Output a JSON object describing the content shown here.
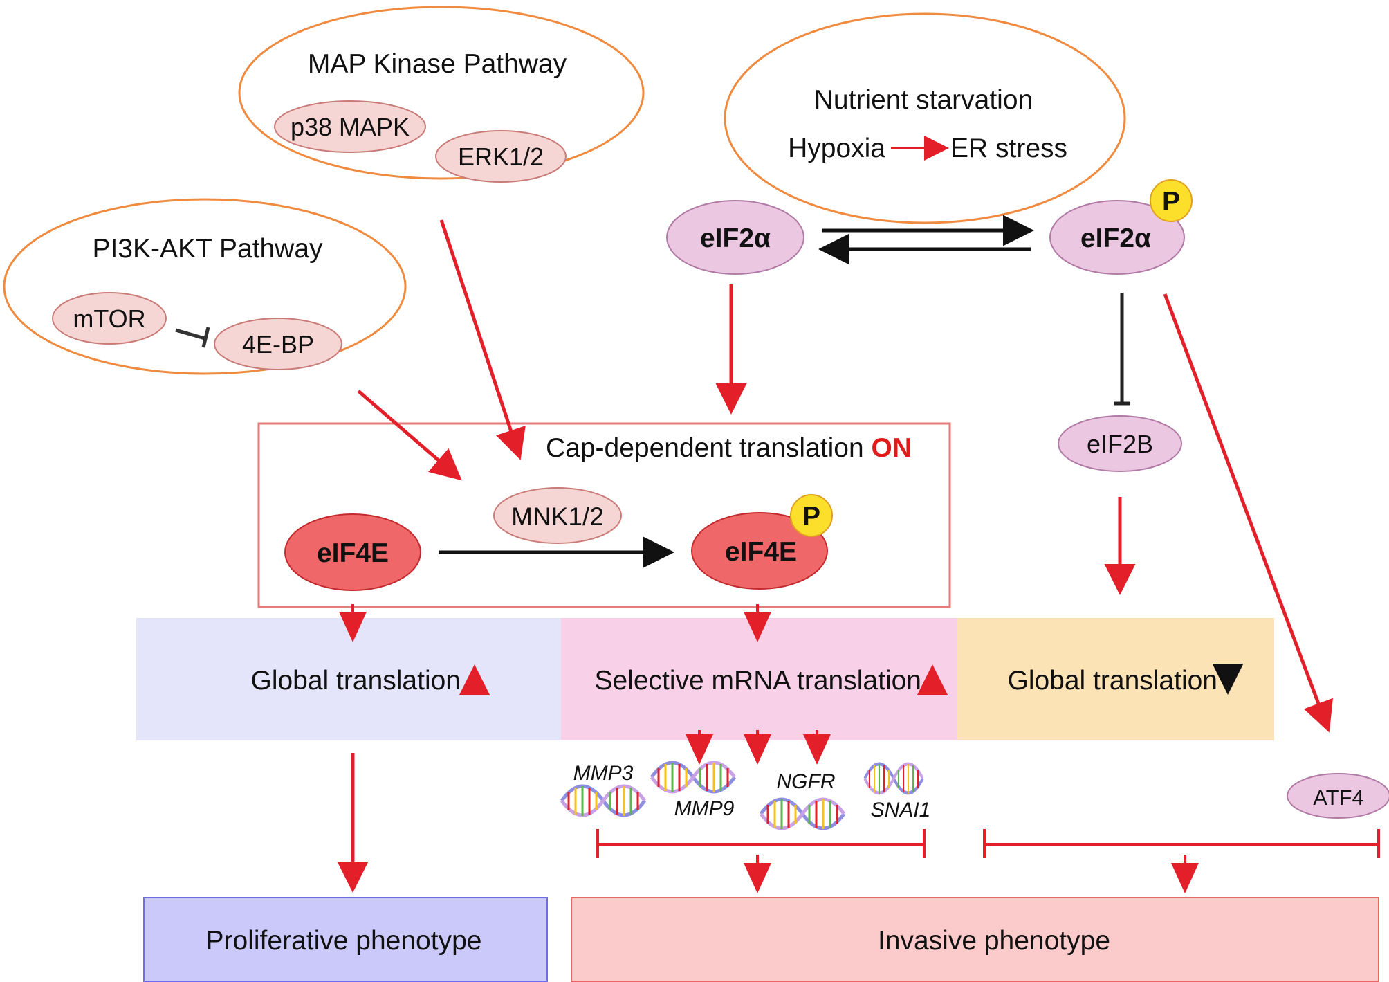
{
  "colors": {
    "pathway_outline": "#f08a3e",
    "red_arrow": "#e3202a",
    "black_arrow": "#111111",
    "eif4e_fill": "#f0676a",
    "eif2a_fill": "#ebc7e2",
    "small_node_fill": "#f6d6d4",
    "phospho_badge": "#fbdf2b",
    "band_global_up": "#e4e4fb",
    "band_selective": "#f8d0e8",
    "band_global_down": "#fce3b6",
    "box_proliferative": "#cac9fa",
    "box_invasive": "#fbcaca",
    "on_text": "#e11b1b"
  },
  "pathways": {
    "map_kinase": {
      "title": "MAP Kinase Pathway",
      "nodes": [
        "p38 MAPK",
        "ERK1/2"
      ]
    },
    "pi3k_akt": {
      "title": "PI3K-AKT Pathway",
      "nodes": [
        "mTOR",
        "4E-BP"
      ]
    },
    "stress": {
      "title": "Nutrient starvation",
      "left": "Hypoxia",
      "right": "ER stress"
    }
  },
  "cap_box": {
    "label": "Cap-dependent translation ",
    "state": "ON"
  },
  "nodes": {
    "mnk": "MNK1/2",
    "eif4e": "eIF4E",
    "eif4e_p": "eIF4E",
    "eif2a": "eIF2α",
    "eif2a_p": "eIF2α",
    "eif2b": "eIF2B",
    "atf4": "ATF4",
    "phospho": "P"
  },
  "bands": {
    "global_up": "Global translation",
    "selective": "Selective mRNA translation",
    "global_down": "Global translation"
  },
  "genes": [
    "MMP3",
    "MMP9",
    "NGFR",
    "SNAI1"
  ],
  "outcomes": {
    "proliferative": "Proliferative phenotype",
    "invasive": "Invasive phenotype"
  }
}
